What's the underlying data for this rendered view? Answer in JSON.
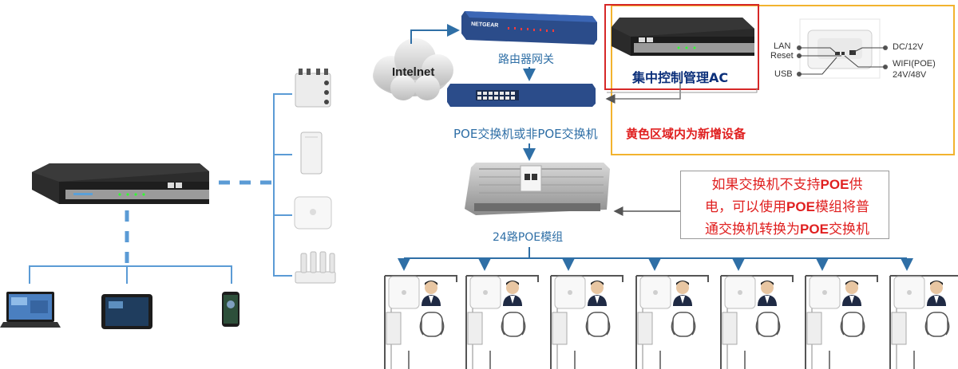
{
  "labels": {
    "internet": "Intelnet",
    "router_gateway": "路由器网关",
    "ac_controller": "集中控制管理AC",
    "switch": "POE交换机或非POE交换机",
    "new_devices_note": "黄色区域内为新增设备",
    "poe_module": "24路POE模组"
  },
  "ac_ports": {
    "lan": "LAN",
    "reset": "Reset",
    "usb": "USB",
    "dc": "DC/12V",
    "wifi_poe": "WIFI(POE)",
    "voltage": "24V/48V"
  },
  "device_brands": {
    "router": "NETGEAR"
  },
  "poe_note": {
    "line1_pre": "如果交换机不支持",
    "line1_bold": "POE",
    "line1_post": "供",
    "line2_pre": "电，可以使用",
    "line2_bold": "POE",
    "line2_post": "模组将普",
    "line3_pre": "通交换机转换为",
    "line3_bold": "POE",
    "line3_post": "交换机"
  },
  "colors": {
    "line_blue": "#2f6fa6",
    "dash_blue": "#5b9bd5",
    "red_frame": "#d62828",
    "yellow_frame": "#f2b32e",
    "note_red": "#e02020"
  }
}
